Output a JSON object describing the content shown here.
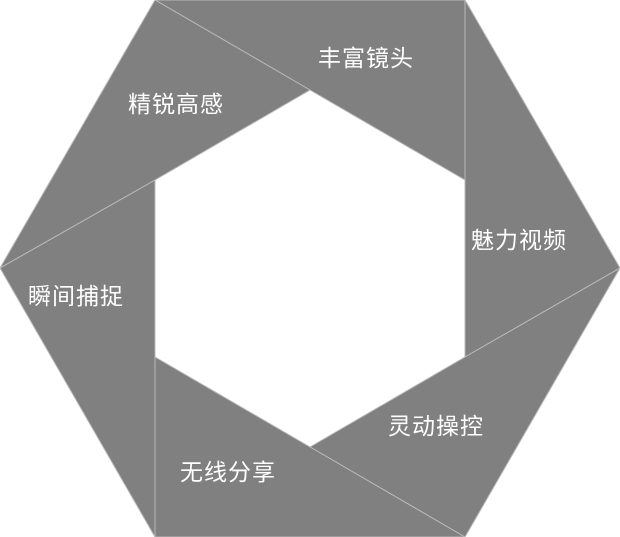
{
  "diagram": {
    "fill_color": "#808080",
    "divider_color": "#b9b9b9",
    "label_color": "#ffffff",
    "background_color": "#ffffff",
    "segments": [
      {
        "label": "丰富镜头"
      },
      {
        "label": "魅力视频"
      },
      {
        "label": "灵动操控"
      },
      {
        "label": "无线分享"
      },
      {
        "label": "瞬间捕捉"
      },
      {
        "label": "精锐高感"
      }
    ]
  }
}
